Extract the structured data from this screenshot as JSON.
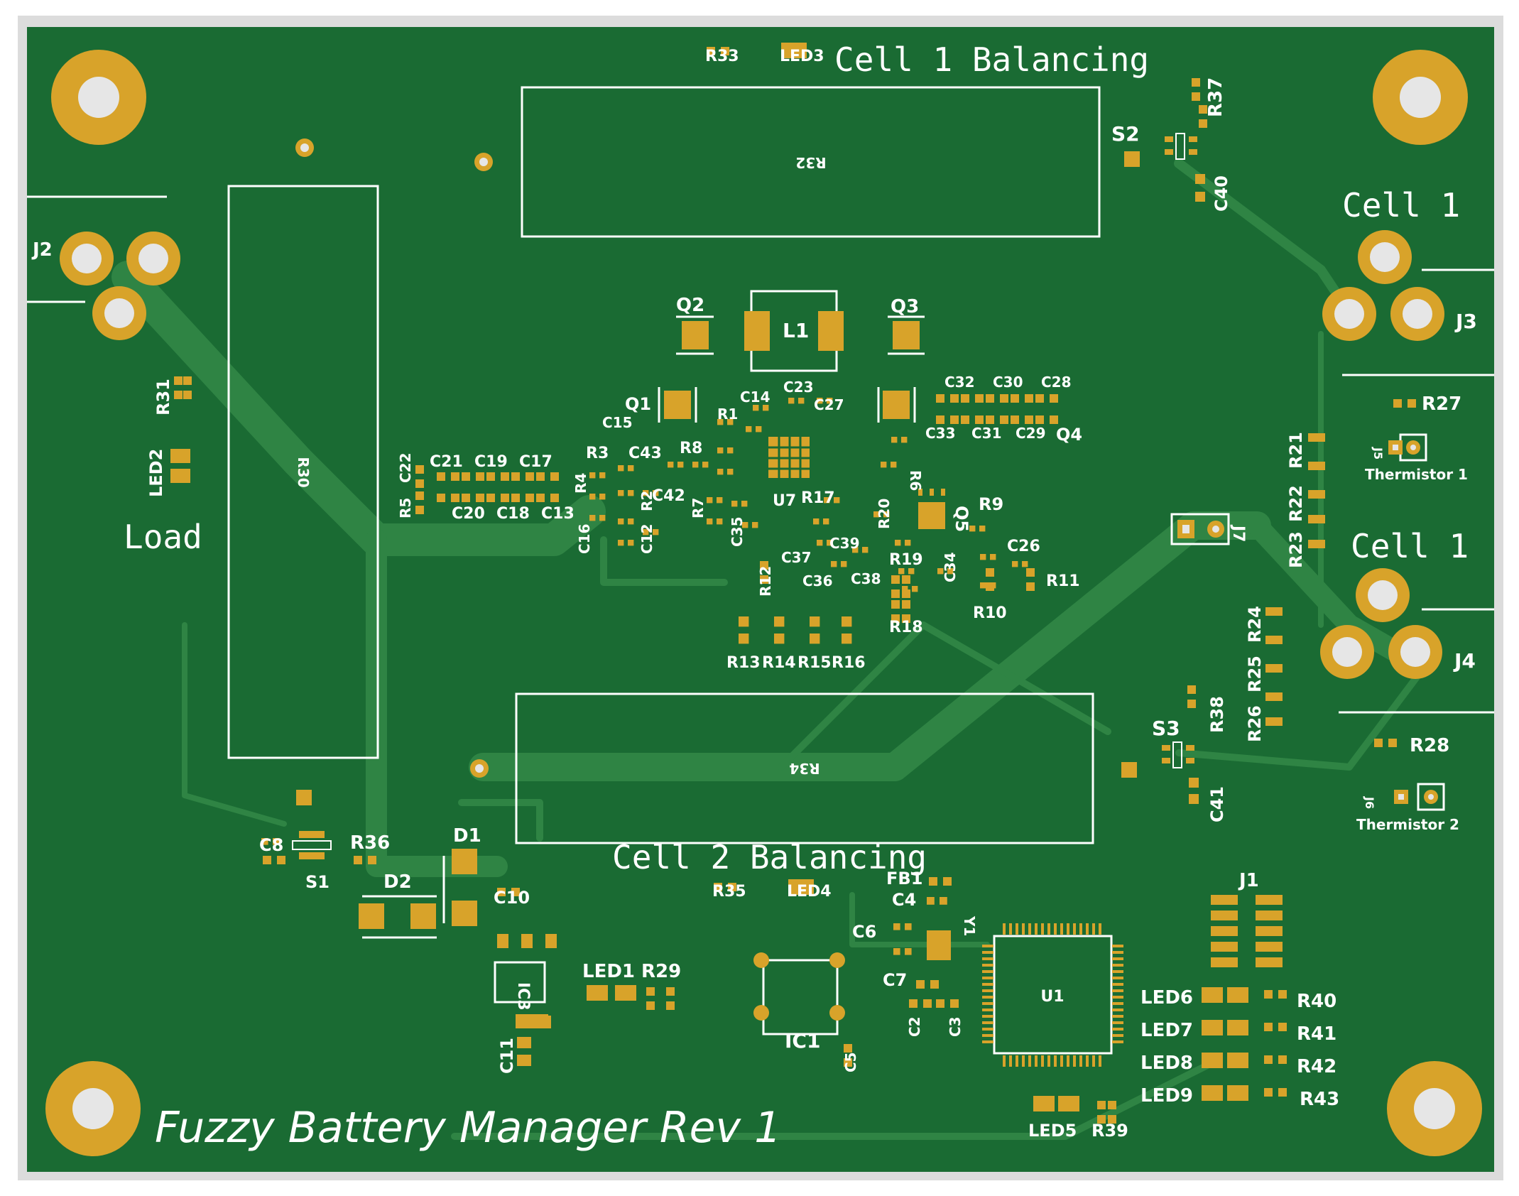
{
  "board": {
    "title": "Fuzzy Battery Manager Rev 1",
    "colors": {
      "substrate": "#1a6b33",
      "trace": "#2f8444",
      "pad": "#d8a32a",
      "silkscreen": "#ffffff",
      "drill": "#e6e6e6"
    }
  },
  "section_labels": {
    "cell1_balancing": "Cell 1 Balancing",
    "cell2_balancing": "Cell 2 Balancing",
    "load": "Load",
    "cell1_top": "Cell 1",
    "cell1_bottom": "Cell 1",
    "thermistor1": "Thermistor 1",
    "thermistor2": "Thermistor 2"
  },
  "large_resistors": {
    "r32": "R32",
    "r30": "R30",
    "r34": "R34"
  },
  "connectors": {
    "j1": "J1",
    "j2": "J2",
    "j3": "J3",
    "j4": "J4",
    "j5": "J5",
    "j6": "J6",
    "j7": "J7"
  },
  "ics": {
    "u1": "U1",
    "u7": "U7",
    "ic1": "IC1",
    "ic3": "IC3",
    "l1": "L1"
  },
  "switches": {
    "s1": "S1",
    "s2": "S2",
    "s3": "S3"
  },
  "diodes": {
    "d1": "D1",
    "d2": "D2"
  },
  "transistors": {
    "q1": "Q1",
    "q2": "Q2",
    "q3": "Q3",
    "q4": "Q4",
    "q5": "Q5"
  },
  "leds": {
    "led1": "LED1",
    "led2": "LED2",
    "led3": "LED3",
    "led4": "LED4",
    "led5": "LED5",
    "led6": "LED6",
    "led7": "LED7",
    "led8": "LED8",
    "led9": "LED9"
  },
  "resistors": {
    "r1": "R1",
    "r2": "R2",
    "r3": "R3",
    "r4": "R4",
    "r5": "R5",
    "r6": "R6",
    "r7": "R7",
    "r8": "R8",
    "r9": "R9",
    "r10": "R10",
    "r11": "R11",
    "r12": "R12",
    "r13": "R13",
    "r14": "R14",
    "r15": "R15",
    "r16": "R16",
    "r17": "R17",
    "r18": "R18",
    "r19": "R19",
    "r20": "R20",
    "r21": "R21",
    "r22": "R22",
    "r23": "R23",
    "r24": "R24",
    "r25": "R25",
    "r26": "R26",
    "r27": "R27",
    "r28": "R28",
    "r29": "R29",
    "r31": "R31",
    "r33": "R33",
    "r35": "R35",
    "r36": "R36",
    "r37": "R37",
    "r38": "R38",
    "r39": "R39",
    "r40": "R40",
    "r41": "R41",
    "r42": "R42",
    "r43": "R43",
    "fb1": "FB1",
    "y1": "Y1"
  },
  "capacitors": {
    "c2": "C2",
    "c3": "C3",
    "c4": "C4",
    "c5": "C5",
    "c6": "C6",
    "c7": "C7",
    "c8": "C8",
    "c10": "C10",
    "c11": "C11",
    "c12": "C12",
    "c13": "C13",
    "c14": "C14",
    "c15": "C15",
    "c16": "C16",
    "c17": "C17",
    "c18": "C18",
    "c19": "C19",
    "c20": "C20",
    "c21": "C21",
    "c22": "C22",
    "c23": "C23",
    "c26": "C26",
    "c27": "C27",
    "c28": "C28",
    "c29": "C29",
    "c30": "C30",
    "c31": "C31",
    "c32": "C32",
    "c33": "C33",
    "c34": "C34",
    "c35": "C35",
    "c36": "C36",
    "c37": "C37",
    "c38": "C38",
    "c39": "C39",
    "c40": "C40",
    "c41": "C41",
    "c42": "C42",
    "c43": "C43"
  }
}
